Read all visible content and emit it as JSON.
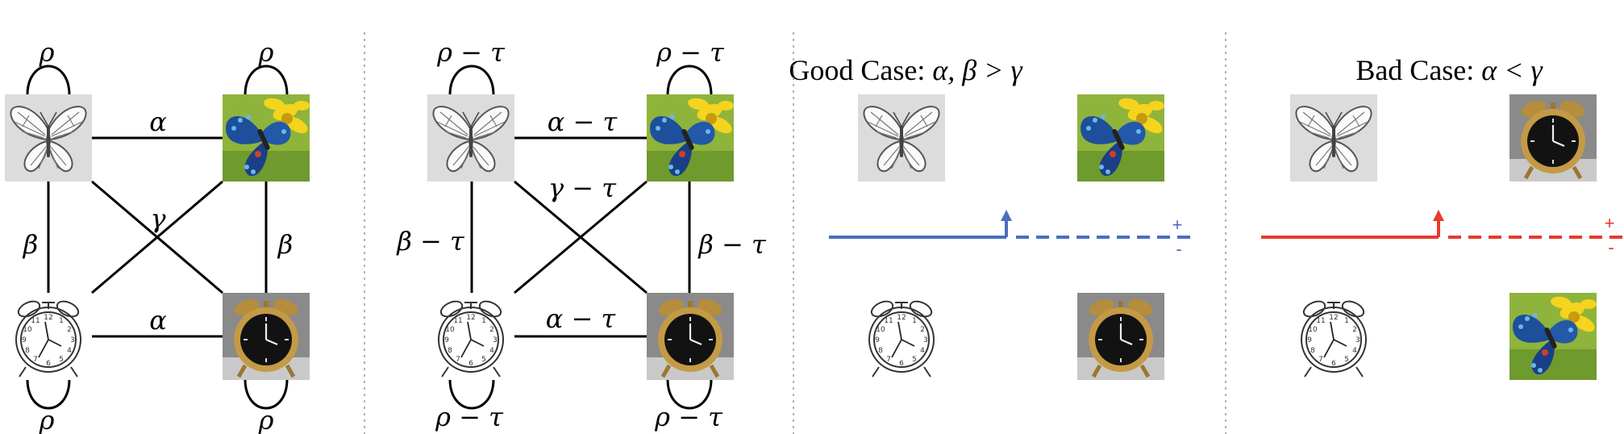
{
  "panels": [
    {
      "id": "similarity-graph",
      "labels": {
        "loop": "ρ",
        "top": "α",
        "bottom": "α",
        "left": "β",
        "right": "β",
        "cross": "γ"
      }
    },
    {
      "id": "shifted-graph",
      "labels": {
        "loop": "ρ − τ",
        "top": "α − τ",
        "bottom": "α − τ",
        "left": "β − τ",
        "right": "β − τ",
        "cross": "γ − τ"
      }
    },
    {
      "id": "good-case",
      "title_text": "Good Case: ",
      "title_math": "α, β > γ",
      "threshold_color": "#4a6fc0",
      "plus": "+",
      "minus": "-"
    },
    {
      "id": "bad-case",
      "title_text": "Bad Case: ",
      "title_math": "α < γ",
      "threshold_color": "#e83a2e",
      "plus": "+",
      "minus": "-"
    }
  ],
  "icons": [
    "butterfly-sketch-icon",
    "butterfly-photo-icon",
    "clock-sketch-icon",
    "clock-photo-icon"
  ]
}
